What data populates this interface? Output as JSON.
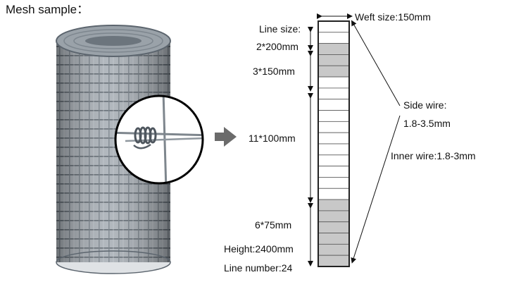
{
  "caption": "Mesh sample：",
  "labels": {
    "weft_size": "Weft size:150mm",
    "line_size": "Line size:",
    "seg1": "2*200mm",
    "seg2": "3*150mm",
    "seg3": "11*100mm",
    "seg4": "6*75mm",
    "height": "Height:2400mm",
    "line_number": "Line number:24",
    "side_wire_title": "Side wire:",
    "side_wire_value": "1.8-3.5mm",
    "inner_wire": "Inner wire:1.8-3mm"
  },
  "panel": {
    "segments": [
      {
        "count": 2,
        "fill": "#ffffff"
      },
      {
        "count": 3,
        "fill": "#c8c8c8"
      },
      {
        "count": 11,
        "fill": "#ffffff"
      },
      {
        "count": 6,
        "fill": "#c8c8c8"
      }
    ],
    "border_color": "#222222"
  },
  "colors": {
    "roll": "#8a939c",
    "wire": "#6f7880",
    "arrow": "#6b6b6b"
  }
}
